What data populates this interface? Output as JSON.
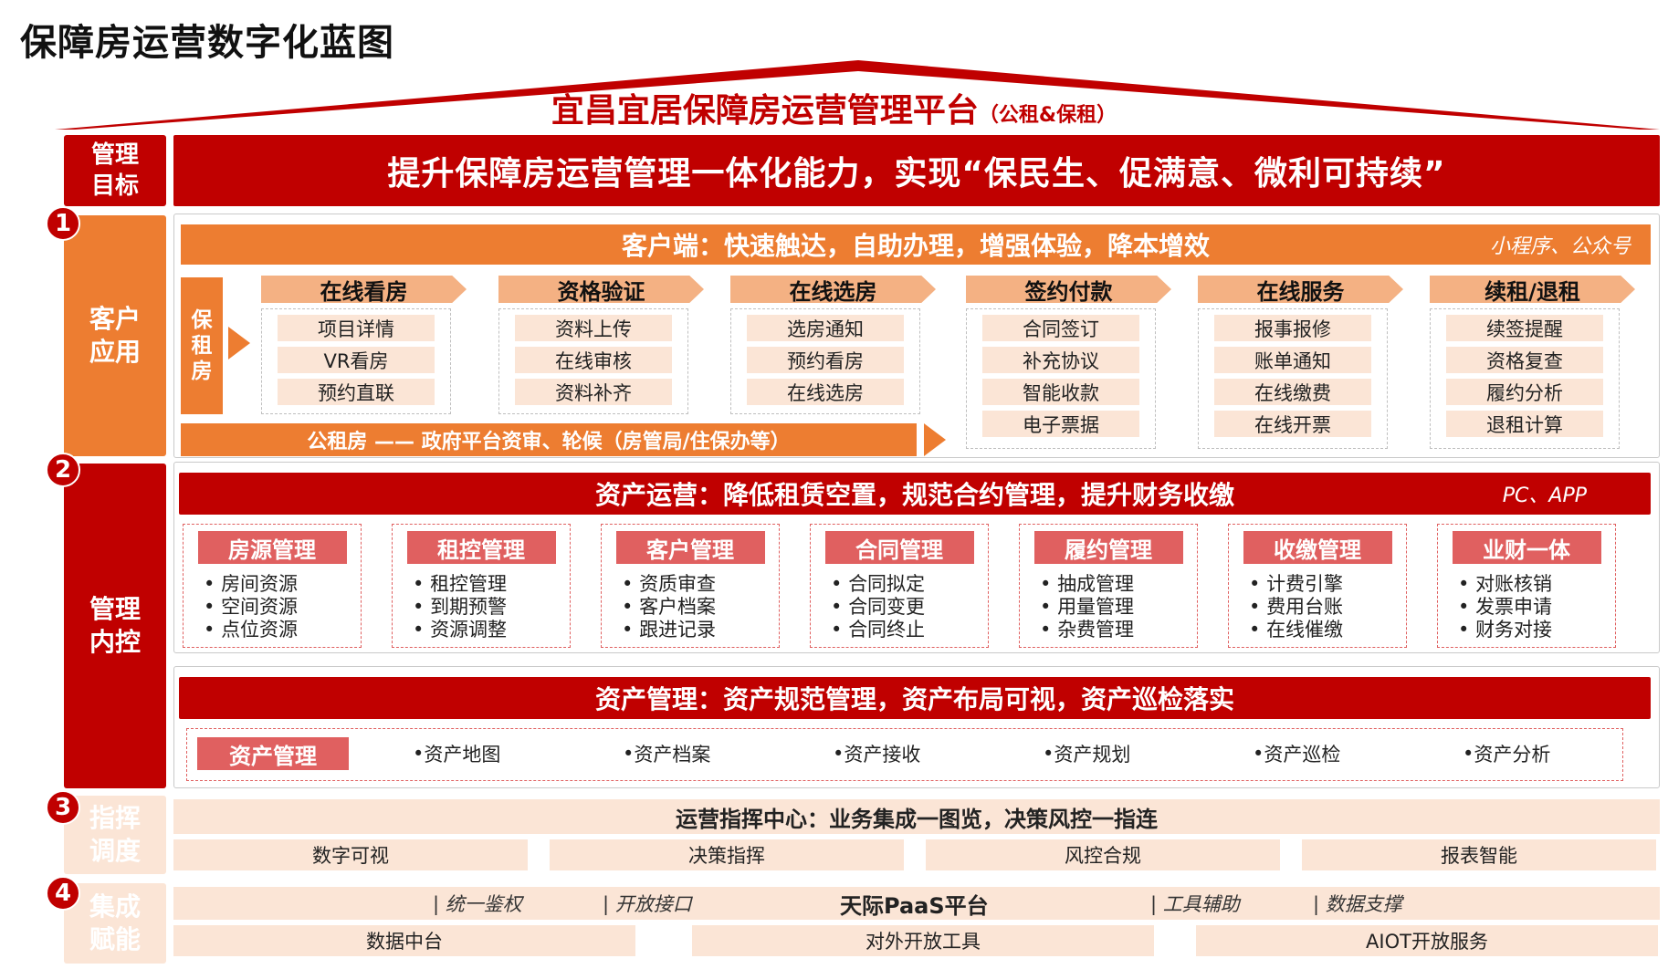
{
  "title": "保障房运营数字化蓝图",
  "platform": {
    "name": "宜昌宜居保障房运营管理平台",
    "suffix": "（公租&保租）"
  },
  "goal": {
    "label": "管理\n目标",
    "text": "提升保障房运营管理一体化能力，实现“保民生、促满意、微利可持续”"
  },
  "colors": {
    "dark_red": "#c00000",
    "orange": "#ed7d31",
    "peach": "#f4b183",
    "light_peach": "#fbe5d6",
    "module_red": "#e06060"
  },
  "customer": {
    "number": "1",
    "label": "客户\n应用",
    "banner": "客户端：快速触达，自助办理，增强体验，降本增效",
    "channels": "小程序、公众号",
    "baozufang": "保\n租\n房",
    "gongzufang": "公租房 —— 政府平台资审、轮候（房管局/住保办等）",
    "stages": [
      {
        "name": "在线看房",
        "items": [
          "项目详情",
          "VR看房",
          "预约直联"
        ]
      },
      {
        "name": "资格验证",
        "items": [
          "资料上传",
          "在线审核",
          "资料补齐"
        ]
      },
      {
        "name": "在线选房",
        "items": [
          "选房通知",
          "预约看房",
          "在线选房"
        ]
      },
      {
        "name": "签约付款",
        "items": [
          "合同签订",
          "补充协议",
          "智能收款",
          "电子票据"
        ]
      },
      {
        "name": "在线服务",
        "items": [
          "报事报修",
          "账单通知",
          "在线缴费",
          "在线开票"
        ]
      },
      {
        "name": "续租/退租",
        "items": [
          "续签提醒",
          "资格复查",
          "履约分析",
          "退租计算"
        ]
      }
    ]
  },
  "control": {
    "number": "2",
    "label": "管理\n内控",
    "ops_banner": "资产运营：降低租赁空置，规范合约管理，提升财务收缴",
    "ops_channels": "PC、APP",
    "modules": [
      {
        "name": "房源管理",
        "items": [
          "房间资源",
          "空间资源",
          "点位资源"
        ]
      },
      {
        "name": "租控管理",
        "items": [
          "租控管理",
          "到期预警",
          "资源调整"
        ]
      },
      {
        "name": "客户管理",
        "items": [
          "资质审查",
          "客户档案",
          "跟进记录"
        ]
      },
      {
        "name": "合同管理",
        "items": [
          "合同拟定",
          "合同变更",
          "合同终止"
        ]
      },
      {
        "name": "履约管理",
        "items": [
          "抽成管理",
          "用量管理",
          "杂费管理"
        ]
      },
      {
        "name": "收缴管理",
        "items": [
          "计费引擎",
          "费用台账",
          "在线催缴"
        ]
      },
      {
        "name": "业财一体",
        "items": [
          "对账核销",
          "发票申请",
          "财务对接"
        ]
      }
    ],
    "asset_banner": "资产管理：资产规范管理，资产布局可视，资产巡检落实",
    "asset_module": "资产管理",
    "asset_items": [
      "资产地图",
      "资产档案",
      "资产接收",
      "资产规划",
      "资产巡检",
      "资产分析"
    ]
  },
  "command": {
    "number": "3",
    "label": "指挥\n调度",
    "banner": "运营指挥中心：业务集成一图览，决策风控一指连",
    "items": [
      "数字可视",
      "决策指挥",
      "风控合规",
      "报表智能"
    ]
  },
  "integration": {
    "number": "4",
    "label": "集成\n赋能",
    "paas": "天际PaaS平台",
    "tags": [
      "| 统一鉴权",
      "| 开放接口",
      "| 工具辅助",
      "| 数据支撑"
    ],
    "items": [
      "数据中台",
      "对外开放工具",
      "AIOT开放服务"
    ]
  }
}
